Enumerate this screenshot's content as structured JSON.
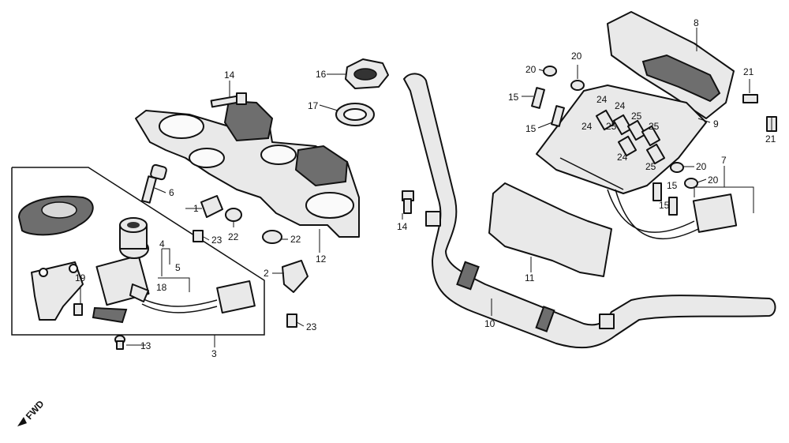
{
  "labels": {
    "p1": "1",
    "p2": "2",
    "p3": "3",
    "p4": "4",
    "p5": "5",
    "p6": "6",
    "p7": "7",
    "p8": "8",
    "p9": "9",
    "p10": "10",
    "p11": "11",
    "p12": "12",
    "p13": "13",
    "p14a": "14",
    "p14b": "14",
    "p15a": "15",
    "p15b": "15",
    "p15c": "15",
    "p15d": "15",
    "p16": "16",
    "p17": "17",
    "p18": "18",
    "p19": "19",
    "p20a": "20",
    "p20b": "20",
    "p20c": "20",
    "p20d": "20",
    "p21a": "21",
    "p21b": "21",
    "p22a": "22",
    "p22b": "22",
    "p23a": "23",
    "p23b": "23",
    "p24a": "24",
    "p24b": "24",
    "p24c": "24",
    "p24d": "24",
    "p25a": "25",
    "p25b": "25",
    "p25c": "25",
    "p25d": "25"
  },
  "direction_label": "FWD"
}
